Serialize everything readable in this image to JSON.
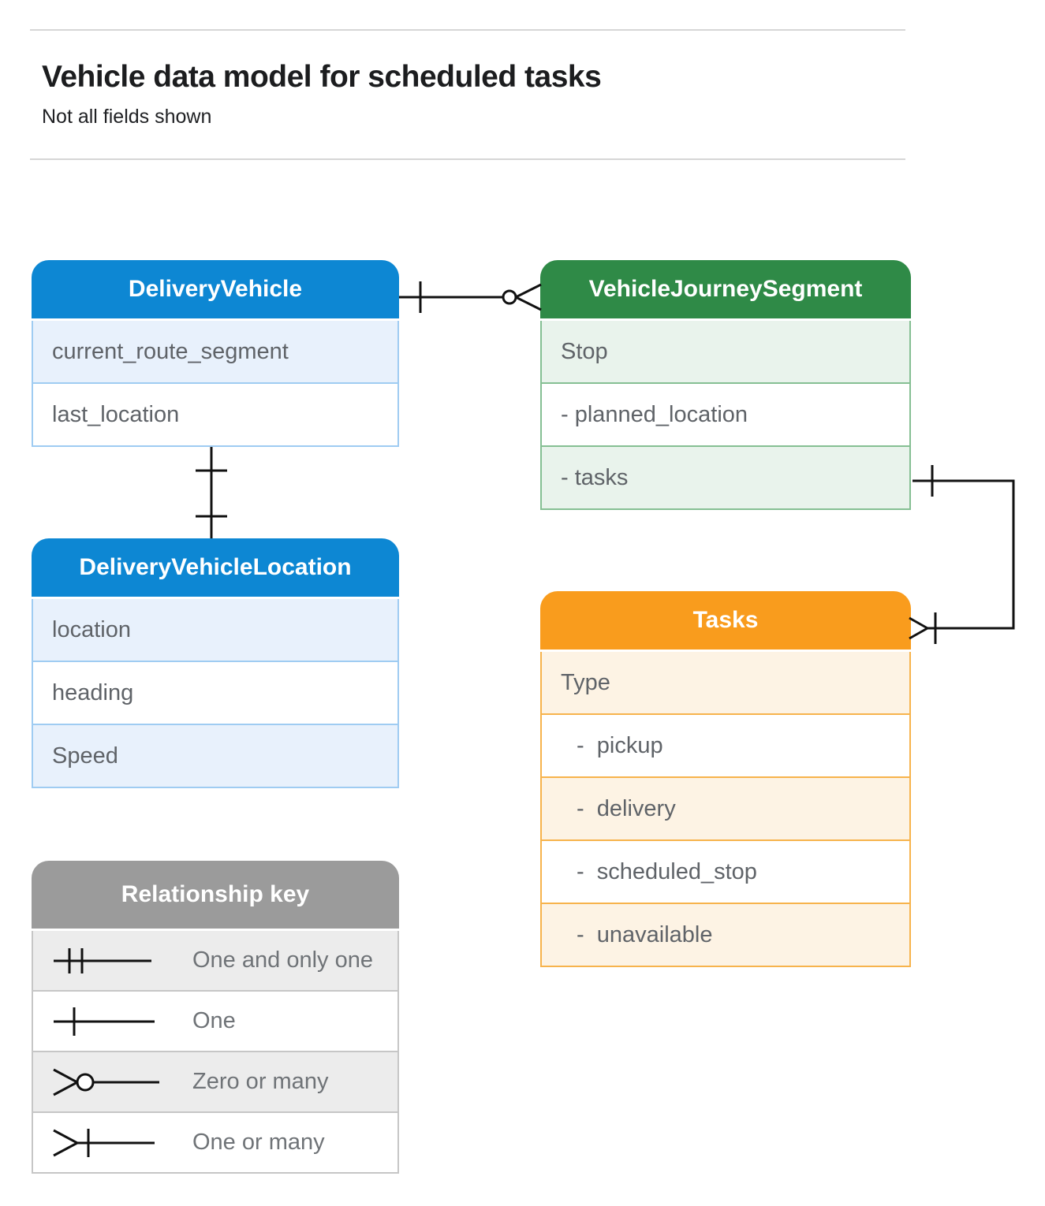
{
  "page": {
    "title": "Vehicle data model for scheduled tasks",
    "subtitle": "Not all fields shown"
  },
  "colors": {
    "blue": "#0d87d3",
    "blue_light": "#e8f1fc",
    "blue_border": "#9fccf2",
    "green": "#2f8a47",
    "green_light": "#e9f3ec",
    "green_border": "#85bf93",
    "orange": "#f99c1d",
    "orange_light": "#fdf3e4",
    "orange_border": "#f7b34c",
    "gray": "#9b9b9b",
    "gray_light": "#ececec",
    "gray_border": "#c6c6c6"
  },
  "entities": [
    {
      "title": "DeliveryVehicle",
      "rows": [
        {
          "label": "current_route_segment"
        },
        {
          "label": "last_location"
        }
      ]
    },
    {
      "title": "VehicleJourneySegment",
      "rows": [
        {
          "label": "Stop"
        },
        {
          "label": "- planned_location"
        },
        {
          "label": "- tasks"
        }
      ]
    },
    {
      "title": "DeliveryVehicleLocation",
      "rows": [
        {
          "label": "location"
        },
        {
          "label": "heading"
        },
        {
          "label": "Speed"
        }
      ]
    },
    {
      "title": "Tasks",
      "rows": [
        {
          "label": "Type"
        },
        {
          "label": "-  pickup"
        },
        {
          "label": "-  delivery"
        },
        {
          "label": "-  scheduled_stop"
        },
        {
          "label": "-  unavailable"
        }
      ]
    }
  ],
  "legend": {
    "title": "Relationship key",
    "items": [
      {
        "label": "One and only one",
        "symbol": "one-and-only-one"
      },
      {
        "label": "One",
        "symbol": "one"
      },
      {
        "label": "Zero or many",
        "symbol": "zero-or-many"
      },
      {
        "label": "One or many",
        "symbol": "one-or-many"
      }
    ]
  },
  "connectors": [
    {
      "from": "DeliveryVehicle",
      "to": "VehicleJourneySegment",
      "from_end": "one",
      "to_end": "zero-or-many"
    },
    {
      "from": "DeliveryVehicle",
      "to": "DeliveryVehicleLocation",
      "from_end": "one",
      "to_end": "one"
    },
    {
      "from": "VehicleJourneySegment.tasks",
      "to": "Tasks",
      "from_end": "one",
      "to_end": "one-or-many"
    }
  ]
}
